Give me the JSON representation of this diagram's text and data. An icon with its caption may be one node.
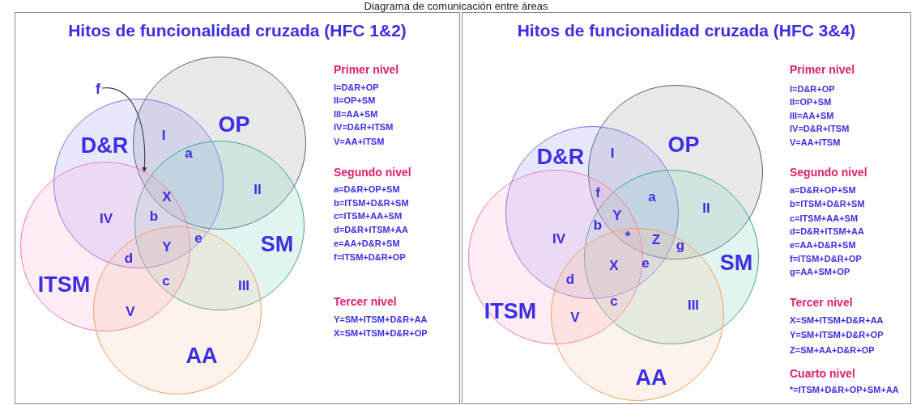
{
  "diagram": {
    "title": "Diagrama de comunicación entre áreas",
    "nodes": [
      {
        "text": [
          "Hitos de funcionalidad cruzada (HFC 1&2)"
        ]
      },
      {
        "text": [
          "OP"
        ],
        "in": 0
      },
      {
        "text": [
          "D&R"
        ],
        "in": 0
      },
      {
        "text": [
          "SM"
        ],
        "in": 0
      },
      {
        "text": [
          "ITSM"
        ],
        "in": 0
      },
      {
        "text": [
          "AA"
        ],
        "in": 0
      },
      {
        "text": [
          "f"
        ],
        "in": 0
      },
      {
        "text": [
          "Hitos de funcionalidad cruzada (HFC 3&4)"
        ]
      },
      {
        "text": [
          "OP"
        ],
        "in": 7
      },
      {
        "text": [
          "D&R"
        ],
        "in": 7
      },
      {
        "text": [
          "SM"
        ],
        "in": 7
      },
      {
        "text": [
          "ITSM"
        ],
        "in": 7
      },
      {
        "text": [
          "AA"
        ],
        "in": 7
      }
    ],
    "edges": [
      {
        "from": 6,
        "to": 2,
        "arrow": "to"
      }
    ],
    "labels": [
      "I",
      "a",
      "X",
      "II",
      "IV",
      "b",
      "Y",
      "e",
      "d",
      "c",
      "III",
      "V",
      "Primer nivel",
      "I=D&R+OP",
      "II=OP+SM",
      "III=AA+SM",
      "IV=D&R+ITSM",
      "V=AA+ITSM",
      "Segundo nivel",
      "a=D&R+OP+SM",
      "b=ITSM+D&R+SM",
      "c=ITSM+AA+SM",
      "d=D&R+ITSM+AA",
      "e=AA+D&R+SM",
      "f=ITSM+D&R+OP",
      "Tercer nivel",
      "Y=SM+ITSM+D&R+AA",
      "X=SM+ITSM+D&R+OP",
      "I",
      "f",
      "a",
      "II",
      "Y",
      "b",
      "IV",
      "*",
      "Z",
      "g",
      "X",
      "e",
      "d",
      "c",
      "III",
      "V",
      "Primer nivel",
      "I=D&R+OP",
      "II=OP+SM",
      "III=AA+SM",
      "IV=D&R+ITSM",
      "V=AA+ITSM",
      "Segundo nivel",
      "a=D&R+OP+SM",
      "b=ITSM+D&R+SM",
      "c=ITSM+AA+SM",
      "d=D&R+ITSM+AA",
      "e=AA+D&R+SM",
      "f=ITSM+D&R+OP",
      "g=AA+SM+OP",
      "Tercer nivel",
      "X=SM+ITSM+D&R+AA",
      "Y=SM+ITSM+D&R+OP",
      "Z=SM+AA+D&R+OP",
      "Cuarto nivel",
      "*=ITSM+D&R+OP+SM+AA"
    ]
  }
}
